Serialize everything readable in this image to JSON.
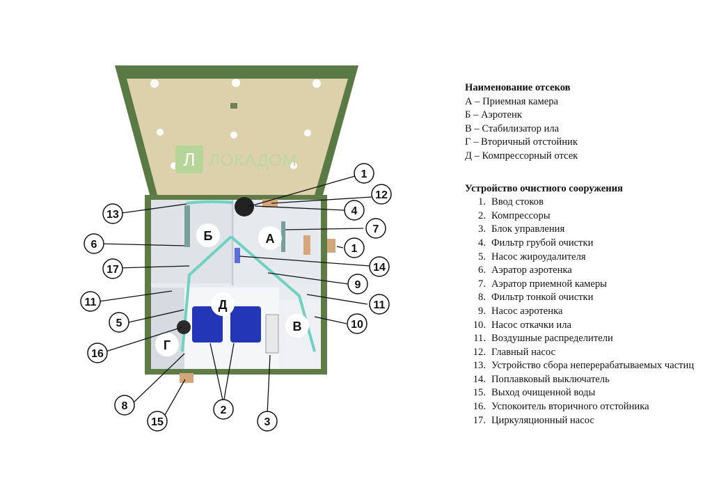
{
  "brand": {
    "name": "ЛОКАДОМ",
    "logo_letter": "Л"
  },
  "compartments": {
    "title": "Наименование отсеков",
    "items": [
      {
        "letter": "А",
        "text": "А – Приемная камера"
      },
      {
        "letter": "Б",
        "text": "Б – Аэротенк"
      },
      {
        "letter": "В",
        "text": "В – Стабилизатор ила"
      },
      {
        "letter": "Г",
        "text": "Г – Вторичный отстойник"
      },
      {
        "letter": "Д",
        "text": "Д – Компрессорный отсек"
      }
    ]
  },
  "devices": {
    "title": "Устройство очистного сооружения",
    "items": [
      {
        "num": "1.",
        "name": "Ввод стоков"
      },
      {
        "num": "2.",
        "name": "Компрессоры"
      },
      {
        "num": "3.",
        "name": "Блок управления"
      },
      {
        "num": "4.",
        "name": "Фильтр грубой очистки"
      },
      {
        "num": "5.",
        "name": "Насос жироудалителя"
      },
      {
        "num": "6.",
        "name": "Аэратор аэротенка"
      },
      {
        "num": "7.",
        "name": "Аэратор приемной камеры"
      },
      {
        "num": "8.",
        "name": "Фильтр тонкой очистки"
      },
      {
        "num": "9.",
        "name": "Насос аэротенка"
      },
      {
        "num": "10.",
        "name": "Насос откачки ила"
      },
      {
        "num": "11.",
        "name": "Воздушные распределители"
      },
      {
        "num": "12.",
        "name": "Главный насос"
      },
      {
        "num": "13.",
        "name": "Устройство сбора неперерабатываемых частиц"
      },
      {
        "num": "14.",
        "name": "Поплавковый выключатель"
      },
      {
        "num": "15.",
        "name": "Выход очищенной воды"
      },
      {
        "num": "16.",
        "name": "Успокоитель вторичного отстойника"
      },
      {
        "num": "17.",
        "name": "Циркуляционный насос"
      }
    ]
  },
  "callouts": [
    "1",
    "1",
    "2",
    "3",
    "4",
    "5",
    "6",
    "7",
    "8",
    "9",
    "10",
    "11",
    "11",
    "12",
    "13",
    "14",
    "15",
    "16",
    "17"
  ]
}
